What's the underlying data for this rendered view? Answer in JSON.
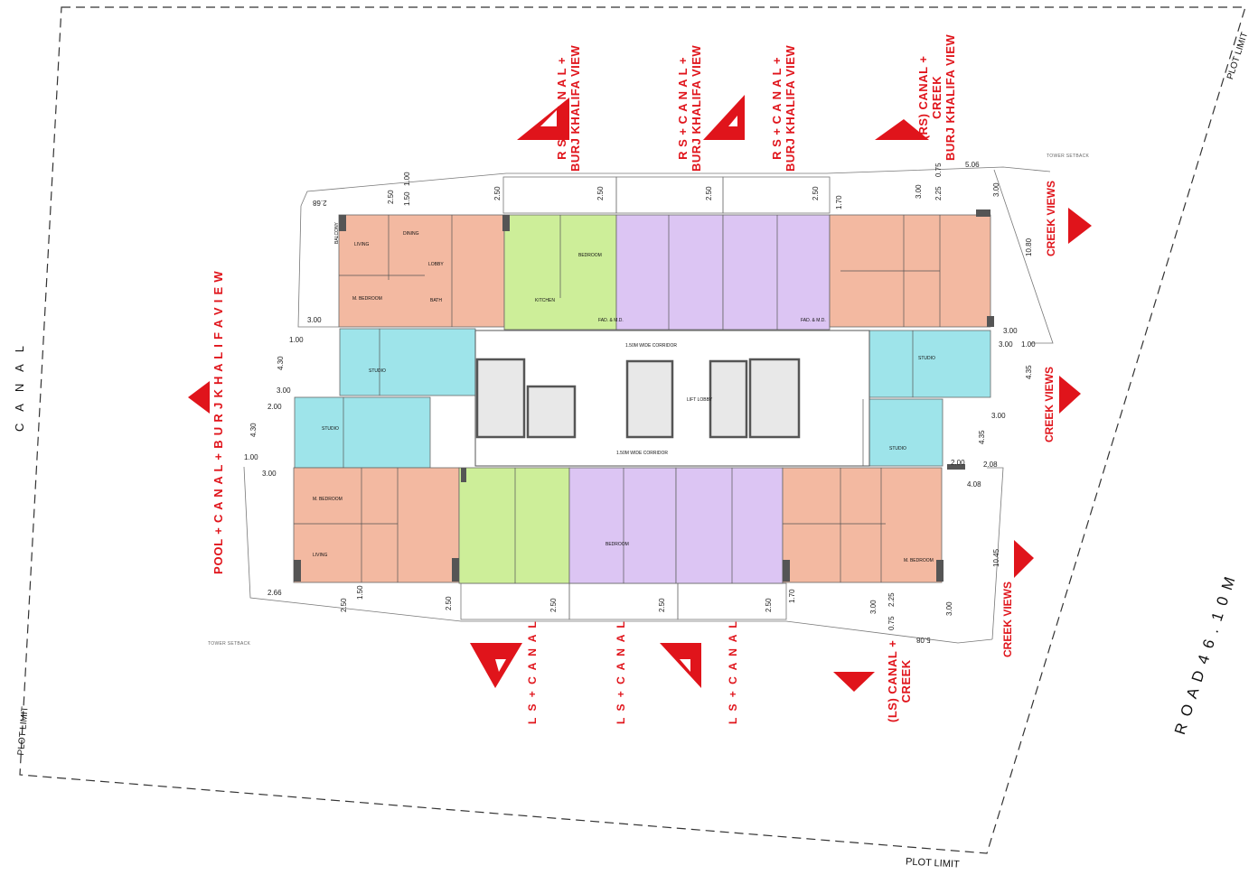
{
  "site": {
    "plot_limit": "PLOT LIMIT",
    "canal": "C A N A L",
    "road": "R O A D   4 6 . 1 0 M",
    "tower_setback": "TOWER SETBACK"
  },
  "views": {
    "top_1": [
      "R S + C A N A L +",
      "BURJ KHALIFA VIEW"
    ],
    "top_2": [
      "R S + C A N A L +",
      "BURJ KHALIFA VIEW"
    ],
    "top_3": [
      "R S + C A N A L +",
      "BURJ KHALIFA VIEW"
    ],
    "top_4": [
      "(RS) CANAL +",
      "CREEK",
      "BURJ KHALIFA VIEW"
    ],
    "left": "POOL + C A N A L + B U R J  K H A L I F A  V I E W",
    "right_1": "CREEK VIEWS",
    "right_2": "CREEK VIEWS",
    "right_3": "CREEK VIEWS",
    "bottom_1": "L S + C A N A L",
    "bottom_2": "L S + C A N A L",
    "bottom_3": "L S + C A N A L",
    "bottom_4": [
      "(LS) CANAL +",
      "CREEK"
    ]
  },
  "corridor": {
    "top": "1.50M WIDE CORRIDOR",
    "bottom": "1.50M WIDE CORRIDOR"
  },
  "dimensions": {
    "top_2_50": "2.50",
    "top_1_50": "1.50",
    "top_1_00": "1.00",
    "top_1_70": "1.70",
    "top_3_00": "3.00",
    "top_2_25": "2.25",
    "top_0_75": "0.75",
    "top_5_06": "5.06",
    "right_10_80": "10.80",
    "right_3_00": "3.00",
    "right_1_00": "1.00",
    "right_4_35": "4.35",
    "right_2_00": "2.00",
    "right_2_08": "2.08",
    "right_4_08": "4.08",
    "right_10_45": "10.45",
    "left_3_00": "3.00",
    "left_1_00": "1.00",
    "left_4_30": "4.30",
    "left_2_00": "2.00",
    "left_2_66": "2.66",
    "left_2_68": "2.68",
    "bottom_2_50": "2.50",
    "bottom_1_50": "1.50",
    "bottom_1_70": "1.70",
    "bottom_3_00": "3.00",
    "bottom_2_25": "2.25",
    "bottom_0_75": "0.75",
    "bottom_5_08": "5.08"
  },
  "rooms": {
    "balcony": "BALCONY",
    "living": "LIVING",
    "dining": "DINING",
    "kitchen": "KITCHEN",
    "bedroom": "BEDROOM",
    "m_bedroom": "M. BEDROOM",
    "studio": "STUDIO",
    "lobby": "LOBBY",
    "bath": "BATH",
    "lift_lobby": "LIFT LOBBY",
    "fad": "FAD. & M.D."
  },
  "colors": {
    "two_bed": "#f3b9a1",
    "one_bed_green": "#cdee99",
    "one_bed_violet": "#dcc5f3",
    "studio": "#9ee4ea",
    "red": "#e0141b",
    "core": "#e8e8e8"
  }
}
